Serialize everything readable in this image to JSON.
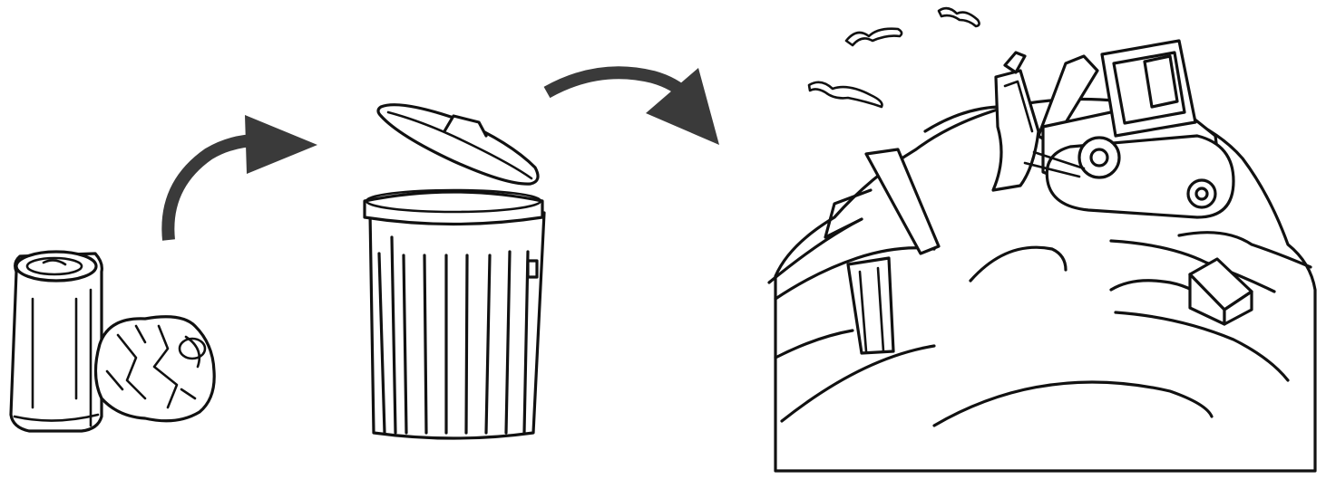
{
  "figure": {
    "stages": [
      {
        "id": "cans",
        "icon": "soda-cans-icon"
      },
      {
        "id": "trash-can",
        "icon": "trash-can-icon"
      },
      {
        "id": "landfill",
        "icon": "landfill-bulldozer-icon"
      }
    ],
    "arrows": [
      {
        "from": "cans",
        "to": "trash-can",
        "icon": "curved-arrow-icon"
      },
      {
        "from": "trash-can",
        "to": "landfill",
        "icon": "curved-arrow-icon"
      }
    ],
    "colors": {
      "ink": "#111111",
      "arrow": "#3a3a3a",
      "background": "#ffffff"
    }
  }
}
